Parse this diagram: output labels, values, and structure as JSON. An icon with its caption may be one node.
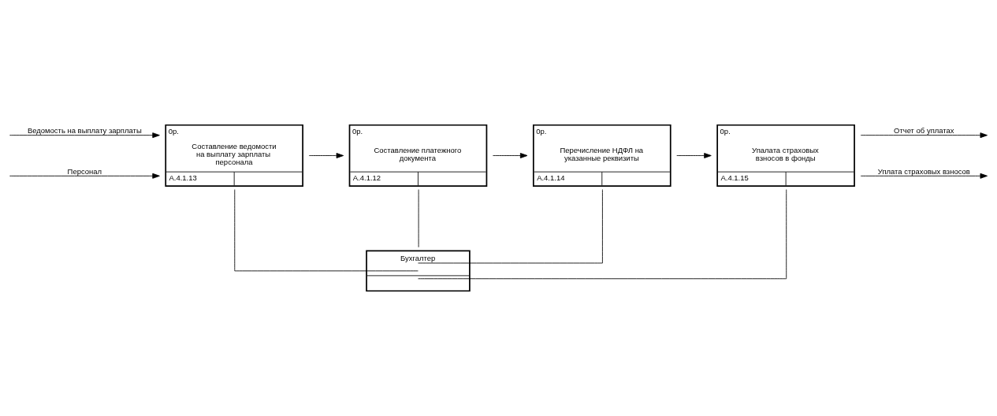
{
  "diagram": {
    "nodes": [
      {
        "text": [
          "0р.",
          "Составление ведомости на выплату зарплаты персонала",
          "А.4.1.13"
        ]
      },
      {
        "text": [
          "0р.",
          "Составление платежного документа",
          "А.4.1.12"
        ]
      },
      {
        "text": [
          "0р.",
          "Перечисление НДФЛ на указанные реквизиты",
          "А.4.1.14"
        ]
      },
      {
        "text": [
          "0р.",
          "Упалата страховых взносов в фонды",
          "А.4.1.15"
        ]
      },
      {
        "text": [
          "Бухгалтер"
        ]
      }
    ],
    "edges": [
      {
        "from": null,
        "to": 0,
        "arrow": "to",
        "label": "Ведомость на выплату зарплаты"
      },
      {
        "from": null,
        "to": 0,
        "arrow": "to",
        "label": "Персонал"
      },
      {
        "from": 0,
        "to": 1,
        "arrow": "to"
      },
      {
        "from": 1,
        "to": 2,
        "arrow": "to"
      },
      {
        "from": 2,
        "to": 3,
        "arrow": "to"
      },
      {
        "from": 3,
        "to": null,
        "arrow": "to",
        "label": "Отчет об уплатах"
      },
      {
        "from": 3,
        "to": null,
        "arrow": "to",
        "label": "Уплата страховых взносов"
      },
      {
        "from": 4,
        "to": 0,
        "arrow": "none"
      },
      {
        "from": 4,
        "to": 1,
        "arrow": "none"
      },
      {
        "from": 4,
        "to": 2,
        "arrow": "none"
      },
      {
        "from": 4,
        "to": 3,
        "arrow": "none"
      }
    ]
  }
}
